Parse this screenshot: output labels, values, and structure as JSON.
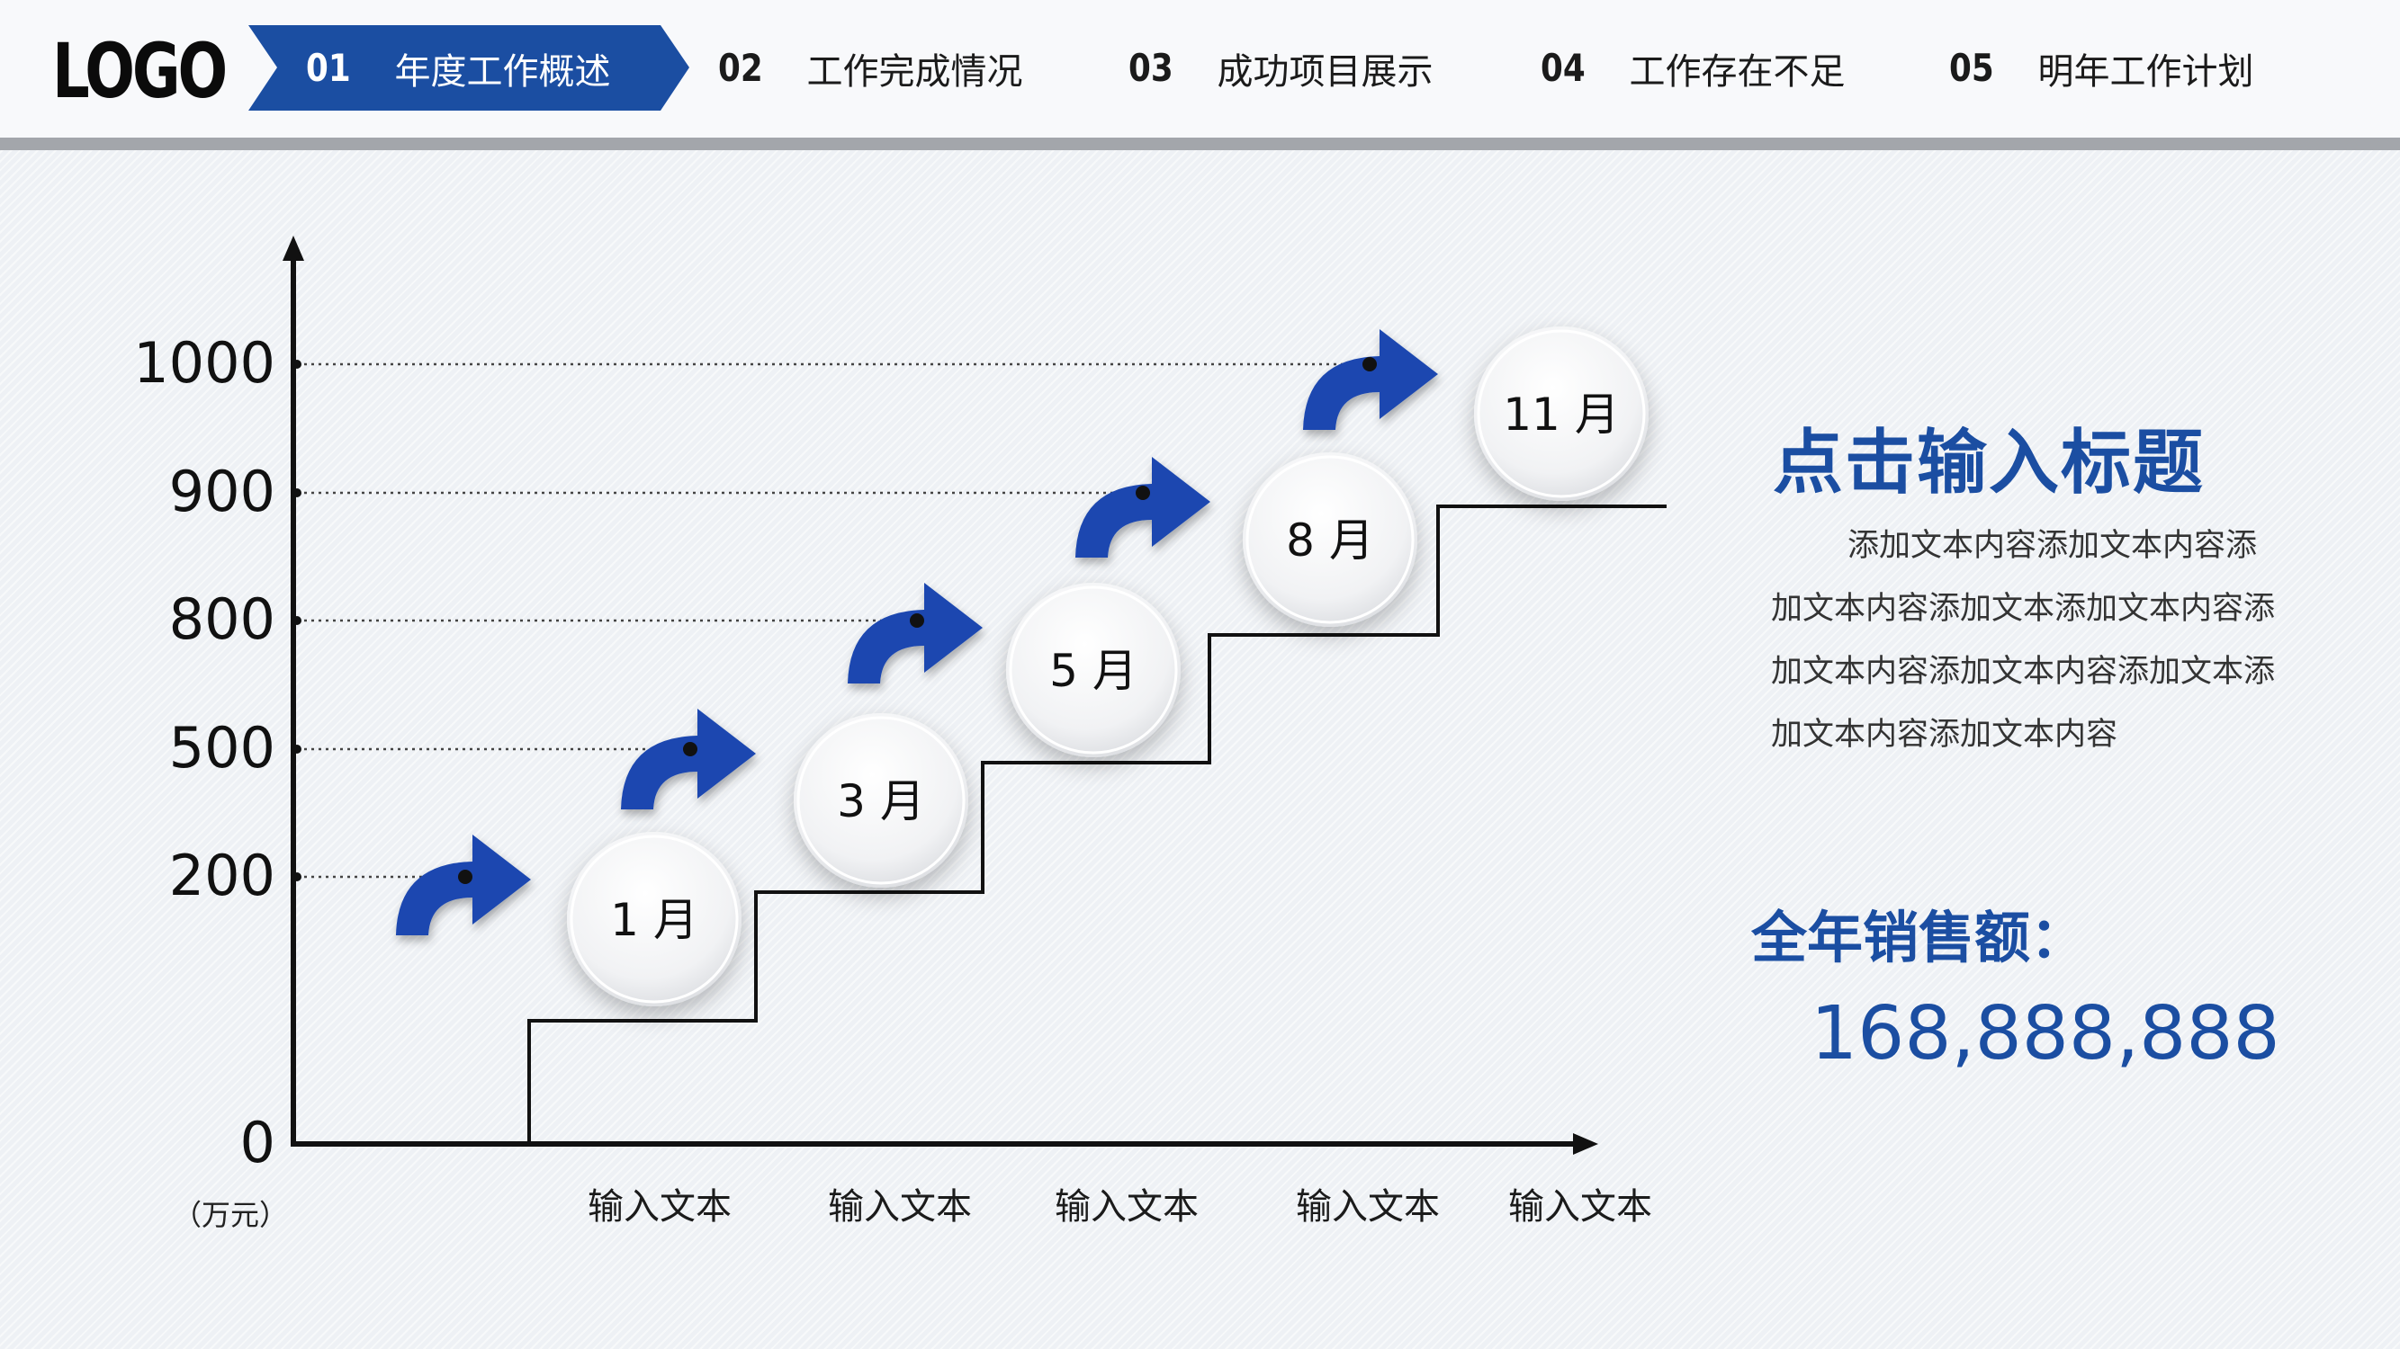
{
  "header": {
    "logo": "LOGO",
    "nav": [
      {
        "num": "01",
        "label": "年度工作概述",
        "active": true
      },
      {
        "num": "02",
        "label": "工作完成情况",
        "active": false
      },
      {
        "num": "03",
        "label": "成功项目展示",
        "active": false
      },
      {
        "num": "04",
        "label": "工作存在不足",
        "active": false
      },
      {
        "num": "05",
        "label": "明年工作计划",
        "active": false
      }
    ]
  },
  "side": {
    "title": "点击输入标题",
    "body": "添加文本内容添加文本内容添加文本内容添加文本添加文本内容添加文本内容添加文本内容添加文本添加文本内容添加文本内容",
    "sales_label": "全年销售额：",
    "sales_value": "168,888,888"
  },
  "colors": {
    "accent": "#1b4ea2",
    "arrow": "#1a47b0",
    "axis": "#111111"
  },
  "chart_data": {
    "type": "line",
    "unit_label": "（万元）",
    "y_ticks": [
      "0",
      "200",
      "500",
      "800",
      "900",
      "1000"
    ],
    "categories": [
      "输入文本",
      "输入文本",
      "输入文本",
      "输入文本",
      "输入文本"
    ],
    "steps": [
      {
        "label": "1 月",
        "value": 200
      },
      {
        "label": "3 月",
        "value": 500
      },
      {
        "label": "5 月",
        "value": 800
      },
      {
        "label": "8 月",
        "value": 900
      },
      {
        "label": "11 月",
        "value": 1000
      }
    ],
    "grid": "dotted reference lines at each step value",
    "icons": [
      "curved-arrow-icon"
    ]
  }
}
